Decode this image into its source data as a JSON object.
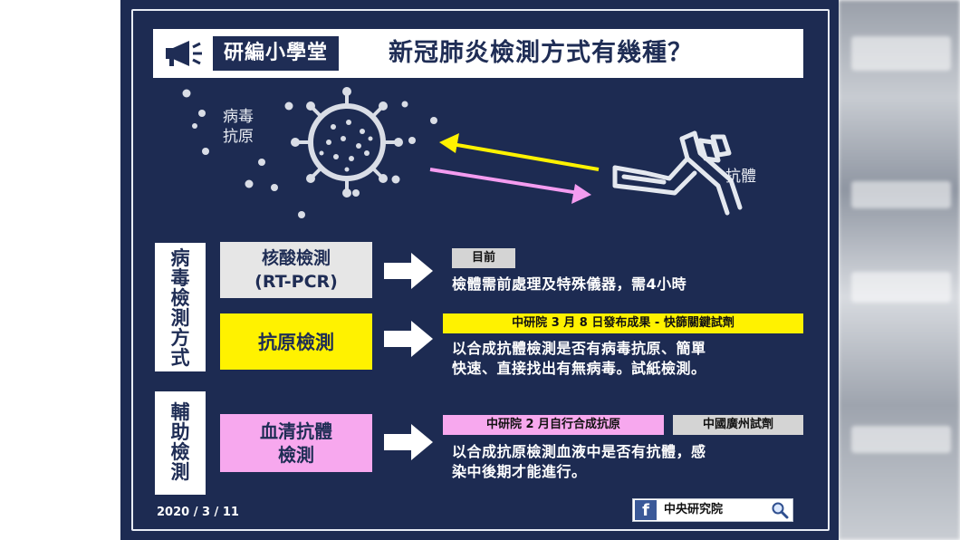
{
  "title": {
    "tag": "研編小學堂",
    "main": "新冠肺炎檢測方式有幾種？"
  },
  "illustration": {
    "virus_label_line1": "病毒",
    "virus_label_line2": "抗原",
    "antibody_label": "抗體"
  },
  "groups": {
    "virus_detection": [
      "病",
      "毒",
      "檢",
      "測",
      "方",
      "式"
    ],
    "auxiliary_detection": [
      "輔",
      "助",
      "檢",
      "測"
    ]
  },
  "methods": {
    "nucleic_acid": {
      "name_line1": "核酸檢測",
      "name_line2": "(RT-PCR)",
      "tag": "目前",
      "desc": "檢體需前處理及特殊儀器，需4小時",
      "color": "#e6e6e6"
    },
    "antigen": {
      "name": "抗原檢測",
      "tag": "中研院 3 月 8 日發布成果 - 快篩關鍵試劑",
      "desc_line1": "以合成抗體檢測是否有病毒抗原、簡單",
      "desc_line2": "快速、直接找出有無病毒。試紙檢測。",
      "color": "#fff200"
    },
    "serology": {
      "name_line1": "血清抗體",
      "name_line2": "檢測",
      "tag1": "中研院 2 月自行合成抗原",
      "tag2": "中國廣州試劑",
      "desc_line1": "以合成抗原檢測血液中是否有抗體，感",
      "desc_line2": "染中後期才能進行。",
      "color": "#f7a8ee"
    }
  },
  "footer": {
    "date": "2020 / 3 / 11",
    "fb_logo": "f",
    "fb_name": "中央研究院"
  },
  "colors": {
    "background": "#1d2b52",
    "yellow_arrow": "#fff200",
    "pink_arrow": "#f49cf0"
  },
  "icons": [
    "megaphone-icon",
    "virus-icon",
    "antibody-icon",
    "arrow-right-icon",
    "facebook-icon",
    "search-icon"
  ]
}
